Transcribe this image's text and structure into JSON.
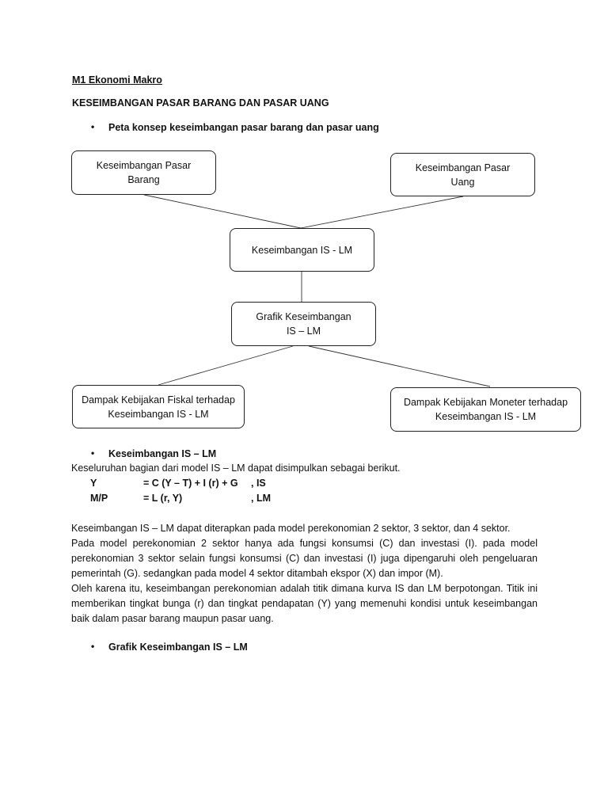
{
  "document": {
    "title": "M1 Ekonomi Makro",
    "heading": "KESEIMBANGAN PASAR BARANG DAN PASAR UANG",
    "bullet_1": "Peta konsep keseimbangan pasar barang dan pasar uang",
    "bullet_symbol": "•"
  },
  "concept_map": {
    "node_pasar_barang": "Keseimbangan Pasar\nBarang",
    "node_pasar_uang": "Keseimbangan Pasar\nUang",
    "node_is_lm": "Keseimbangan IS - LM",
    "node_grafik": "Grafik Keseimbangan\nIS – LM",
    "node_fiskal": "Dampak Kebijakan Fiskal terhadap\nKeseimbangan IS - LM",
    "node_moneter": "Dampak Kebijakan Moneter terhadap\nKeseimbangan IS - LM"
  },
  "section_is_lm": {
    "bullet": "Keseimbangan IS – LM",
    "intro": "Keseluruhan bagian dari model IS – LM dapat disimpulkan sebagai berikut.",
    "equation_1": {
      "lhs": "Y",
      "rhs": "= C (Y – T) + I (r) + G",
      "tag": ", IS"
    },
    "equation_2": {
      "lhs": "M/P",
      "rhs": "= L (r, Y)",
      "tag": ", LM"
    },
    "paragraph_1": "Keseimbangan IS – LM dapat diterapkan pada model perekonomian 2 sektor, 3 sektor, dan 4 sektor.",
    "paragraph_2": "Pada model perekonomian 2 sektor hanya ada fungsi konsumsi (C) dan investasi (I). pada model perekonomian 3 sektor selain fungsi konsumsi (C) dan investasi (I) juga dipengaruhi oleh pengeluaran pemerintah (G). sedangkan pada model 4 sektor ditambah ekspor (X) dan impor (M).",
    "paragraph_3": "Oleh karena itu, keseimbangan perekonomian adalah titik dimana kurva IS dan LM berpotongan. Titik ini memberikan tingkat bunga (r) dan tingkat pendapatan (Y) yang memenuhi kondisi untuk keseimbangan baik dalam pasar barang maupun pasar uang."
  },
  "section_grafik": {
    "bullet": "Grafik Keseimbangan IS – LM"
  }
}
